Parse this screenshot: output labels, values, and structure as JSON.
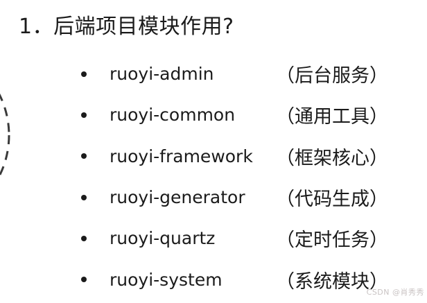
{
  "page": {
    "background_color": "#ffffff",
    "text_color": "#1b1b1b"
  },
  "title": {
    "number": "1．",
    "text": "后端项目模块作用?"
  },
  "list": {
    "bullet_icon": "bullet-dot",
    "items": [
      {
        "name": "ruoyi-admin",
        "description": "（后台服务）"
      },
      {
        "name": "ruoyi-common",
        "description": "（通用工具）"
      },
      {
        "name": "ruoyi-framework",
        "description": "（框架核心）"
      },
      {
        "name": "ruoyi-generator",
        "description": "（代码生成）"
      },
      {
        "name": "ruoyi-quartz",
        "description": "（定时任务）"
      },
      {
        "name": "ruoyi-system",
        "description": "（系统模块）"
      }
    ]
  },
  "decor": {
    "dashed_circle_color": "#3a3a3a"
  },
  "watermark": {
    "text": "CSDN @肖秀秀",
    "color": "#c9c3c3"
  }
}
